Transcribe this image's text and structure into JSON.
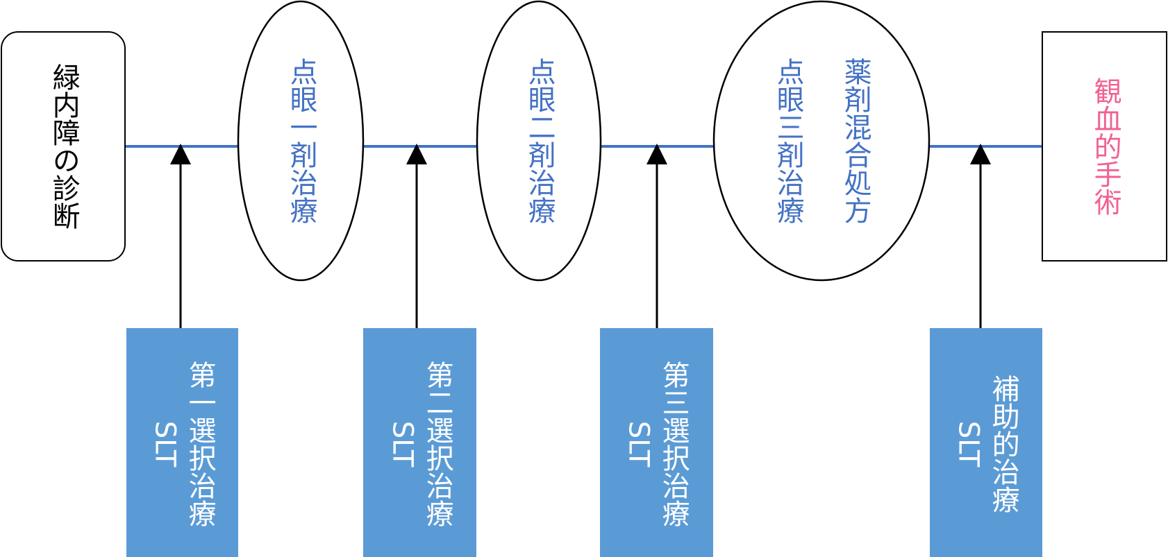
{
  "colors": {
    "timeline": "#4472c4",
    "node_outline": "#000000",
    "node_text_blue": "#4472c4",
    "surgery_text": "#f06292",
    "box_fill": "#5b9bd5",
    "box_text": "#ffffff",
    "arrow": "#000000"
  },
  "nodes": {
    "diagnosis": {
      "text": "緑内障の診断"
    },
    "drop_one": {
      "text": "点眼一剤治療"
    },
    "drop_two": {
      "text": "点眼二剤治療"
    },
    "drop_three": {
      "col1": "薬剤混合処方",
      "col2": "点眼三剤治療"
    },
    "surgery": {
      "text": "観血的手術"
    }
  },
  "boxes": {
    "slt_first": {
      "text": "第一選択治療",
      "latin": "SLT"
    },
    "slt_second": {
      "text": "第二選択治療",
      "latin": "SLT"
    },
    "slt_third": {
      "text": "第三選択治療",
      "latin": "SLT"
    },
    "slt_adjunct": {
      "text": "補助的治療",
      "latin": "SLT"
    }
  }
}
